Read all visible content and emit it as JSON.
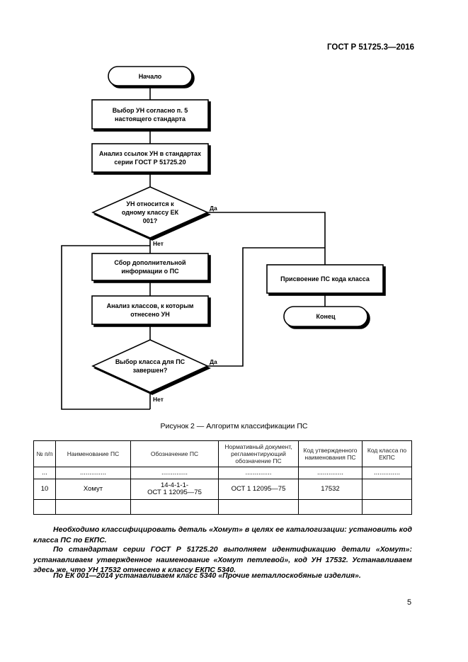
{
  "header": {
    "standard": "ГОСТ Р 51725.3—2016"
  },
  "flowchart": {
    "start": "Начало",
    "step1": "Выбор УН согласно п. 5 настоящего стандарта",
    "step2": "Анализ ссылок УН в стандартах серии ГОСТ Р 51725.20",
    "decision1": "УН относится к одному классу ЕК 001?",
    "step3": "Сбор дополнительной информации о ПС",
    "step4": "Анализ классов, к которым отнесено УН",
    "decision2": "Выбор класса для ПС завершен?",
    "assign": "Присвоение ПС кода класса",
    "end": "Конец",
    "yes1": "Да",
    "no1": "Нет",
    "yes2": "Да",
    "no2": "Нет"
  },
  "caption": "Рисунок 2 — Алгоритм классификации ПС",
  "table": {
    "headers": [
      "№ п/п",
      "Наименование ПС",
      "Обозначение ПС",
      "Нормативный документ, регламентирующий обозначение ПС",
      "Код утвержденного наименования ПС",
      "Код класса по ЕКПС"
    ],
    "rows": [
      [
        "...",
        "..............",
        "..............",
        "..............",
        "..............",
        ".............."
      ],
      [
        "10",
        "Хомут",
        "14-4-1-1-\nОСТ 1 12095—75",
        "ОСТ 1 12095—75",
        "17532",
        ""
      ],
      [
        "",
        "",
        "",
        "",
        "",
        ""
      ]
    ]
  },
  "paragraphs": [
    "Необходимо классифицировать деталь «Хомут» в целях ее каталогизации: установить код класса ПС по ЕКПС.",
    "По стандартам серии ГОСТ Р 51725.20 выполняем идентификацию детали «Хомут»: устанавливаем утвержденное наименование «Хомут петлевой», код УН 17532. Устанавливаем здесь же, что УН 17532 отнесено к классу ЕКПС 5340.",
    "По ЕК 001—2014 устанавливаем класс 5340 «Прочие металлоскобяные изделия»."
  ],
  "page_number": "5"
}
